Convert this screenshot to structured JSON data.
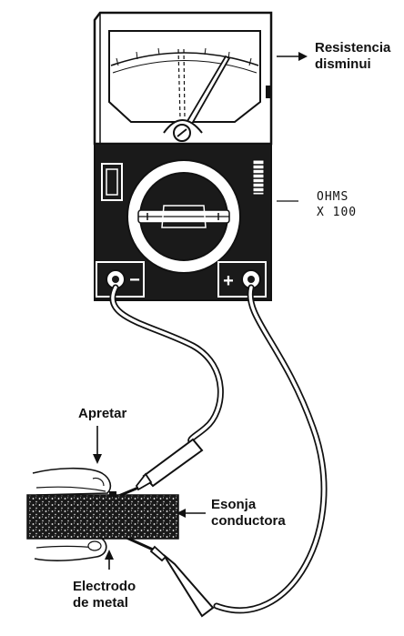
{
  "labels": {
    "resistance_line1": "Resistencia",
    "resistance_line2": "disminui",
    "range_line1": "OHMS",
    "range_line2": "X 100",
    "press": "Apretar",
    "sponge_line1": "Esonja",
    "sponge_line2": "conductora",
    "electrode_line1": "Electrodo",
    "electrode_line2": "de metal"
  },
  "terminal_symbols": {
    "negative": "−",
    "positive": "+"
  },
  "colors": {
    "ink": "#111111",
    "paper": "#ffffff",
    "sponge": "#1a1a1a"
  },
  "icons": [
    "multimeter-icon",
    "meter-needle-icon",
    "range-selector-knob-icon",
    "test-probe-icon",
    "hand-icon",
    "sponge-icon",
    "arrow-icon"
  ]
}
